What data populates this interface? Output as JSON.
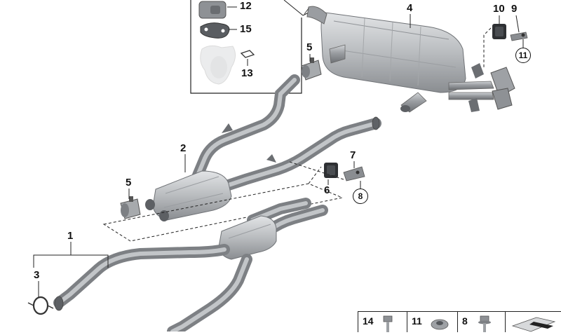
{
  "callouts": {
    "c1": "1",
    "c2": "2",
    "c3": "3",
    "c4": "4",
    "c5a": "5",
    "c5b": "5",
    "c6": "6",
    "c7": "7",
    "c9": "9",
    "c10": "10",
    "c12": "12",
    "c13": "13",
    "c15": "15"
  },
  "circled": {
    "c8": "8",
    "c11": "11"
  },
  "legend": {
    "l14": "14",
    "l11": "11",
    "l8": "8"
  },
  "colors": {
    "pipe": "#8c8f93",
    "pipe_light": "#c3c6ca",
    "muffler": "#b4b7bb",
    "line": "#222222"
  }
}
